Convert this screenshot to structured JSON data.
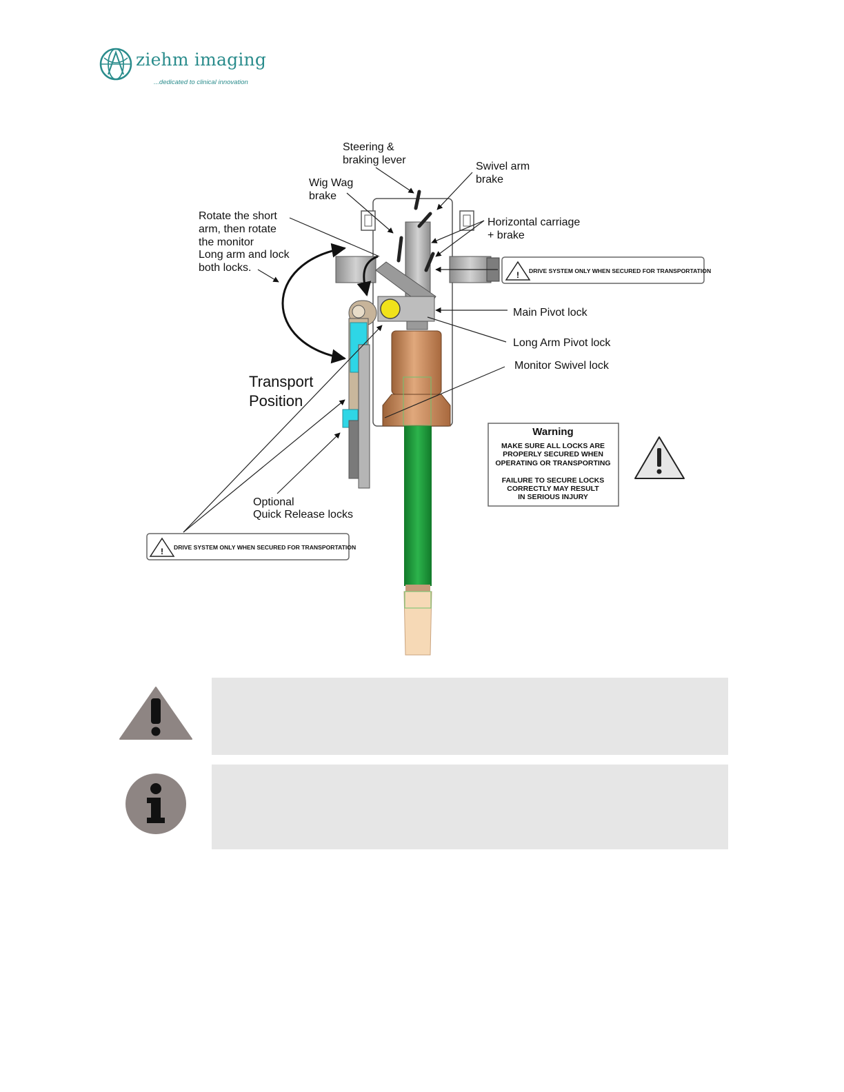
{
  "logo": {
    "name": "ziehm imaging",
    "tagline": "...dedicated to clinical innovation"
  },
  "diagram": {
    "labels": {
      "steering": [
        "Steering &",
        "braking lever"
      ],
      "swivel_arm": [
        "Swivel arm",
        "brake"
      ],
      "wig_wag": [
        "Wig Wag",
        "brake"
      ],
      "rotate": [
        "Rotate the short",
        "arm, then rotate",
        "the monitor",
        "Long arm and lock",
        "both locks."
      ],
      "horizontal": [
        "Horizontal carriage",
        "+ brake"
      ],
      "main_pivot": "Main Pivot lock",
      "long_arm_pivot": "Long Arm Pivot lock",
      "monitor_swivel": "Monitor Swivel lock",
      "transport": [
        "Transport",
        "Position"
      ],
      "optional": [
        "Optional",
        "Quick Release locks"
      ]
    },
    "drive_label_right": "DRIVE SYSTEM ONLY WHEN SECURED FOR TRANSPORTATION",
    "drive_label_left": "DRIVE SYSTEM ONLY WHEN SECURED FOR TRANSPORTATION",
    "warning_box": {
      "title": "Warning",
      "lines_1": [
        "MAKE SURE ALL LOCKS ARE",
        "PROPERLY SECURED WHEN",
        "OPERATING OR TRANSPORTING"
      ],
      "lines_2": [
        "FAILURE TO SECURE LOCKS",
        "CORRECTLY MAY RESULT",
        "IN SERIOUS INJURY"
      ]
    }
  },
  "notices": {
    "warning_icon": "warning-triangle-icon",
    "info_icon": "info-circle-icon"
  },
  "colors": {
    "brand_teal": "#2a8c8c",
    "notice_bg": "#e6e6e6",
    "icon_gray": "#8e8583",
    "monitor_green": "#1f9a3c",
    "bronze": "#c9895a"
  }
}
